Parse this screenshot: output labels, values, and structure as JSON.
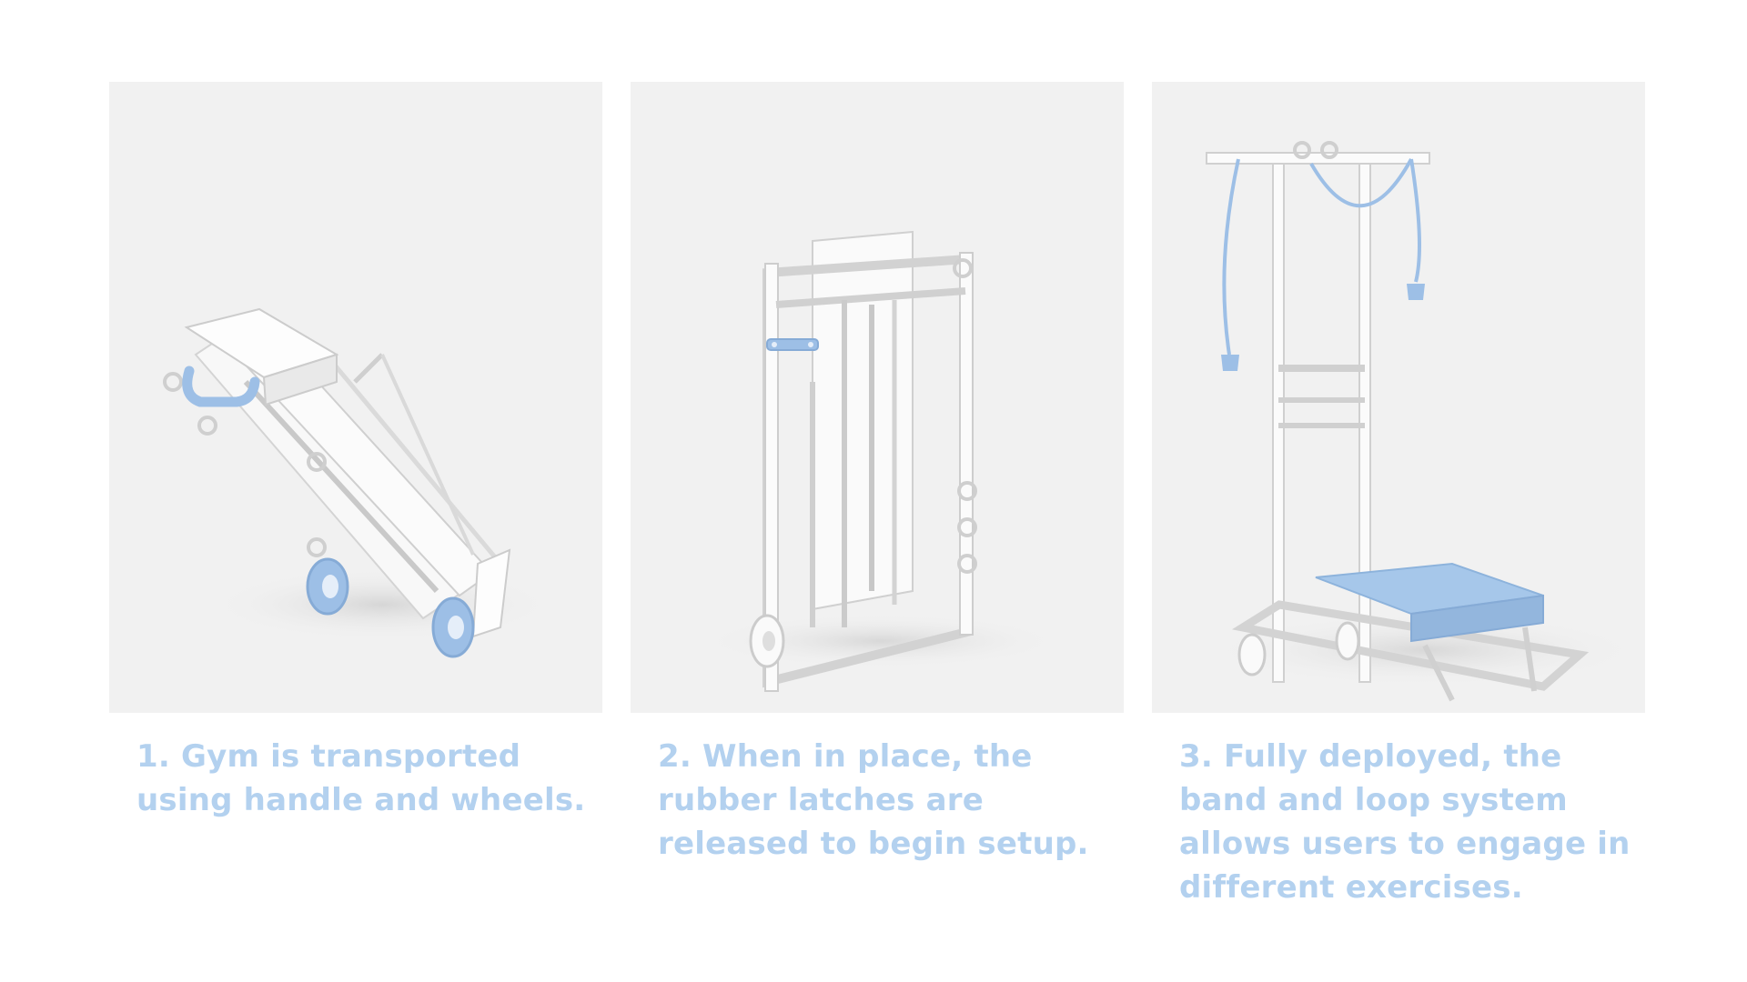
{
  "steps": [
    {
      "caption_lines": [
        "1. Gym is transported",
        "using handle and wheels."
      ],
      "image_name": "folded-gym-on-wheels"
    },
    {
      "caption_lines": [
        "2. When in place, the",
        "rubber latches are",
        "released to begin setup."
      ],
      "image_name": "upright-folded-gym"
    },
    {
      "caption_lines": [
        "3. Fully deployed, the",
        "band and loop system",
        "allows users to engage in",
        "different exercises."
      ],
      "image_name": "deployed-gym-with-bench"
    }
  ],
  "colors": {
    "caption": "#b3d1ef",
    "panel_background": "#f1f1f1",
    "accent_blue": "#9dbfe6",
    "frame_white": "#fafafa"
  }
}
